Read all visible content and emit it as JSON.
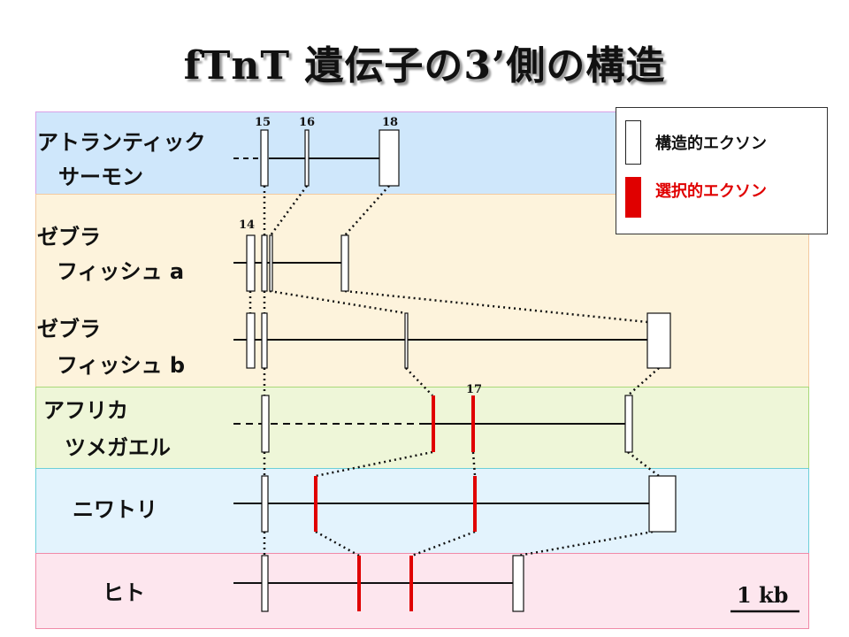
{
  "title": "fTnT 遺伝子の3’側の構造",
  "species": [
    {
      "line1": "アトランティック",
      "line2": "サーモン"
    },
    {
      "line1": "ゼブラ",
      "line2": "フィッシュ a"
    },
    {
      "line1": "ゼブラ",
      "line2": "フィッシュ b"
    },
    {
      "line1": "アフリカ",
      "line2": "ツメガエル"
    },
    {
      "line1": "ニワトリ",
      "line2": ""
    },
    {
      "line1": "ヒト",
      "line2": ""
    }
  ],
  "exon_numbers": [
    "15",
    "16",
    "18",
    "14",
    "17"
  ],
  "legend": {
    "constitutive": "構造的エクソン",
    "alternative": "選択的エクソン"
  },
  "scale_bar": "1 kb",
  "colors": {
    "salmon_band": "#cfe7fb",
    "zebrafish_band": "#fdf3dc",
    "frog_band": "#eef6d8",
    "chicken_band": "#e3f3fd",
    "human_band": "#fde6ee",
    "alternative_exon": "#e00000"
  }
}
